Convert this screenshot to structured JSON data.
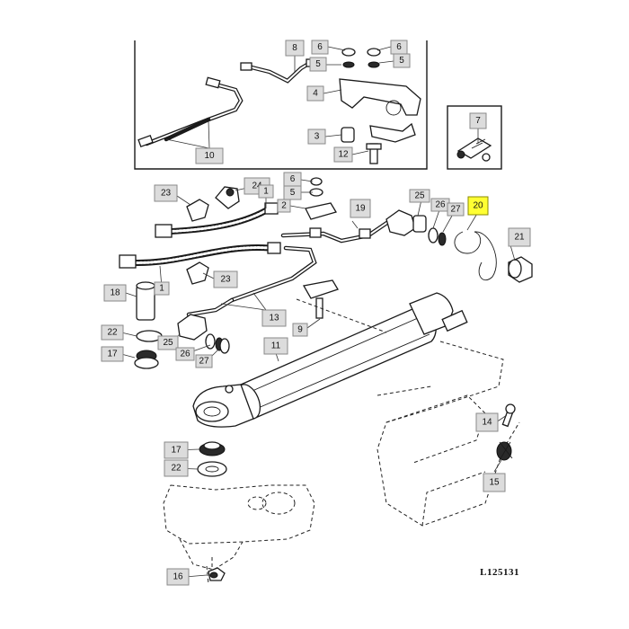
{
  "diagram": {
    "reference_code": "L125131",
    "highlighted_callout": "20",
    "callouts": [
      {
        "id": "c8",
        "label": "8"
      },
      {
        "id": "c6a",
        "label": "6"
      },
      {
        "id": "c6b",
        "label": "6"
      },
      {
        "id": "c5a",
        "label": "5"
      },
      {
        "id": "c5b",
        "label": "5"
      },
      {
        "id": "c4",
        "label": "4"
      },
      {
        "id": "c3",
        "label": "3"
      },
      {
        "id": "c12",
        "label": "12"
      },
      {
        "id": "c10",
        "label": "10"
      },
      {
        "id": "c7",
        "label": "7"
      },
      {
        "id": "c6c",
        "label": "6"
      },
      {
        "id": "c5c",
        "label": "5"
      },
      {
        "id": "c2",
        "label": "2"
      },
      {
        "id": "c24",
        "label": "24"
      },
      {
        "id": "c1a",
        "label": "1"
      },
      {
        "id": "c23a",
        "label": "23"
      },
      {
        "id": "c19",
        "label": "19"
      },
      {
        "id": "c25a",
        "label": "25"
      },
      {
        "id": "c26a",
        "label": "26"
      },
      {
        "id": "c27a",
        "label": "27"
      },
      {
        "id": "c20",
        "label": "20"
      },
      {
        "id": "c21",
        "label": "21"
      },
      {
        "id": "c23b",
        "label": "23"
      },
      {
        "id": "c1b",
        "label": "1"
      },
      {
        "id": "c18",
        "label": "18"
      },
      {
        "id": "c13",
        "label": "13"
      },
      {
        "id": "c9",
        "label": "9"
      },
      {
        "id": "c22a",
        "label": "22"
      },
      {
        "id": "c25b",
        "label": "25"
      },
      {
        "id": "c17a",
        "label": "17"
      },
      {
        "id": "c26b",
        "label": "26"
      },
      {
        "id": "c27b",
        "label": "27"
      },
      {
        "id": "c11",
        "label": "11"
      },
      {
        "id": "c14",
        "label": "14"
      },
      {
        "id": "c17b",
        "label": "17"
      },
      {
        "id": "c22b",
        "label": "22"
      },
      {
        "id": "c15",
        "label": "15"
      },
      {
        "id": "c16",
        "label": "16"
      }
    ]
  }
}
